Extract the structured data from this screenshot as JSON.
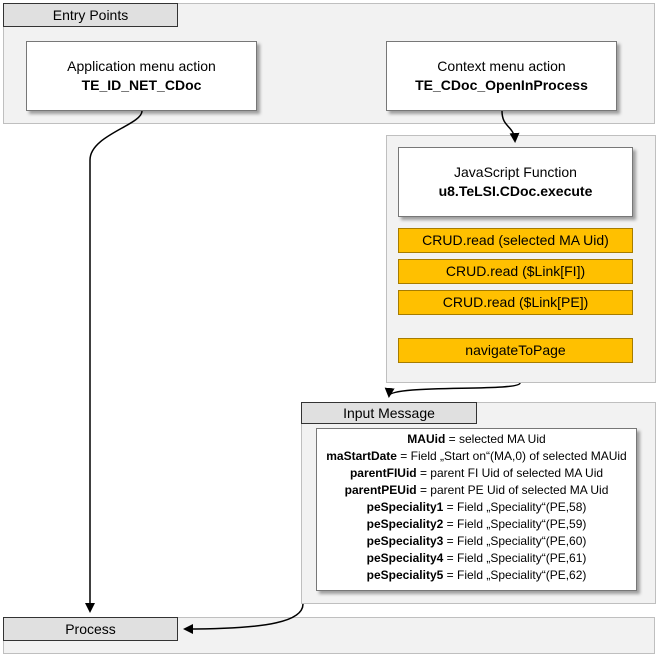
{
  "entry_points": {
    "label": "Entry Points",
    "app_menu": {
      "line1": "Application menu action",
      "line2": "TE_ID_NET_CDoc"
    },
    "ctx_menu": {
      "line1": "Context menu action",
      "line2": "TE_CDoc_OpenInProcess"
    }
  },
  "js_function": {
    "line1": "JavaScript Function",
    "line2": "u8.TeLSI.CDoc.execute"
  },
  "steps": [
    "CRUD.read (selected MA Uid)",
    "CRUD.read ($Link[FI])",
    "CRUD.read ($Link[PE])",
    "navigateToPage"
  ],
  "input_message": {
    "label": "Input Message",
    "fields": [
      {
        "key": "MAUid",
        "value": " = selected MA Uid"
      },
      {
        "key": "maStartDate",
        "value": " = Field „Start on“(MA,0) of selected MAUid"
      },
      {
        "key": "parentFIUid",
        "value": " = parent FI Uid of selected MA Uid"
      },
      {
        "key": "parentPEUid",
        "value": " = parent PE Uid of selected MA Uid"
      },
      {
        "key": "peSpeciality1",
        "value": " = Field „Speciality“(PE,58)"
      },
      {
        "key": "peSpeciality2",
        "value": " = Field „Speciality“(PE,59)"
      },
      {
        "key": "peSpeciality3",
        "value": " = Field „Speciality“(PE,60)"
      },
      {
        "key": "peSpeciality4",
        "value": " = Field „Speciality“(PE,61)"
      },
      {
        "key": "peSpeciality5",
        "value": " = Field „Speciality“(PE,62)"
      }
    ]
  },
  "process": {
    "label": "Process"
  },
  "colors": {
    "step_fill": "#ffc000",
    "region_fill": "#f2f2f2",
    "tab_fill": "#e0e0e0"
  }
}
